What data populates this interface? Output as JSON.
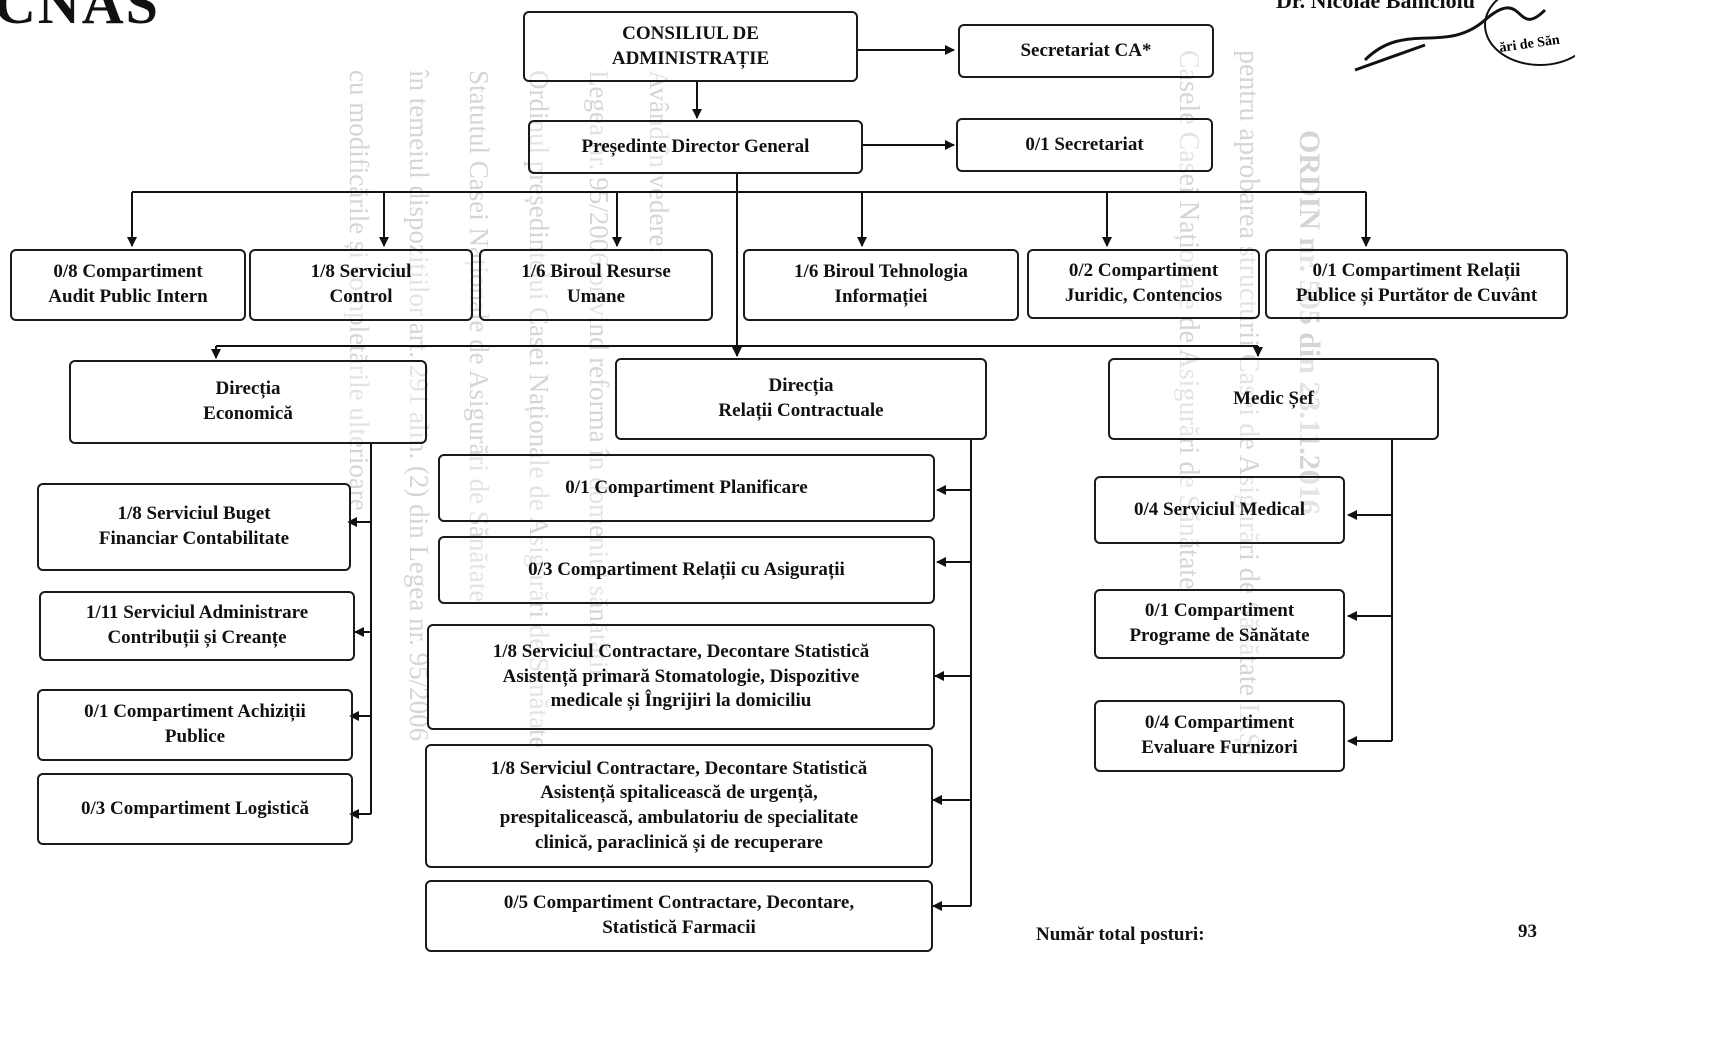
{
  "header": {
    "logo_text": "CNAS",
    "signature_name": "Dr. Nicolae Bănicioiu",
    "stamp_text": "Asigurări de Sănătate"
  },
  "nodes": {
    "board": "CONSILIUL DE\nADMINISTRAȚIE",
    "board_secretariat": "Secretariat CA*",
    "president": "Președinte Director General",
    "president_secretariat": "0/1 Secretariat",
    "audit": "0/8 Compartiment\nAudit Public Intern",
    "control": "1/8 Serviciul\nControl",
    "hr": "1/6 Biroul Resurse\nUmane",
    "it": "1/6 Biroul Tehnologia\nInformației",
    "legal": "0/2 Compartiment\nJuridic, Contencios",
    "pr": "0/1 Compartiment Relații\nPublice și Purtător de Cuvânt",
    "dir_economic": "Direcția\nEconomică",
    "dir_contract": "Direcția\nRelații Contractuale",
    "chief_medic": "Medic Șef",
    "buget": "1/8 Serviciul Buget\nFinanciar Contabilitate",
    "contributii": "1/11 Serviciul Administrare\nContribuții și Creanțe",
    "achizitii": "0/1 Compartiment Achiziții\nPublice",
    "logistica": "0/3 Compartiment Logistică",
    "planificare": "0/1 Compartiment Planificare",
    "asigurati": "0/3 Compartiment Relații cu Asigurații",
    "serv_primara": "1/8 Serviciul Contractare, Decontare Statistică\nAsistență primară Stomatologie, Dispozitive\nmedicale și Îngrijiri la domiciliu",
    "serv_spital": "1/8 Serviciul Contractare, Decontare Statistică\nAsistență spitalicească de urgență,\nprespitalicească, ambulatoriu de specialitate\nclinică, paraclinică și de recuperare",
    "farmacii": "0/5 Compartiment Contractare, Decontare,\nStatistică Farmacii",
    "medical": "0/4 Serviciul Medical",
    "programe": "0/1 Compartiment\nPrograme de Sănătate",
    "furnizori": "0/4 Compartiment\nEvaluare Furnizori"
  },
  "footer": {
    "total_label": "Număr total posturi:",
    "total_value": "93"
  }
}
